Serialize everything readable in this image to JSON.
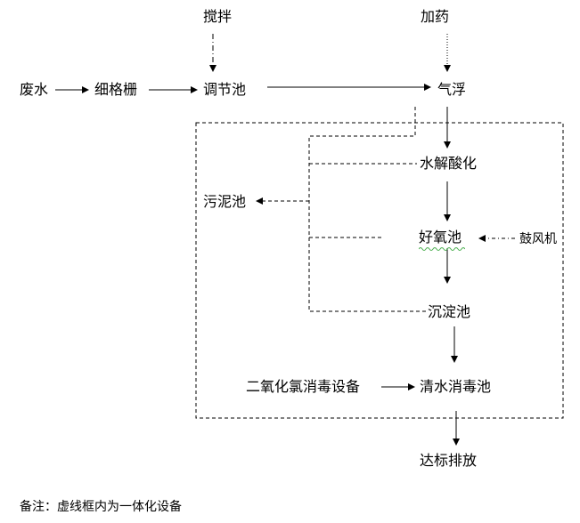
{
  "nodes": {
    "stir": "搅拌",
    "dosing": "加药",
    "wastewater": "废水",
    "fine_screen": "细格栅",
    "equalization_tank": "调节池",
    "air_flotation": "气浮",
    "hydrolysis_acidification": "水解酸化",
    "sludge_tank": "污泥池",
    "aerobic_tank": "好氧池",
    "blower": "鼓风机",
    "sedimentation_tank": "沉淀池",
    "chlorine_dioxide_equipment": "二氧化氯消毒设备",
    "clean_water_disinfection_tank": "清水消毒池",
    "discharge": "达标排放"
  },
  "note": "备注：虚线框内为一体化设备"
}
